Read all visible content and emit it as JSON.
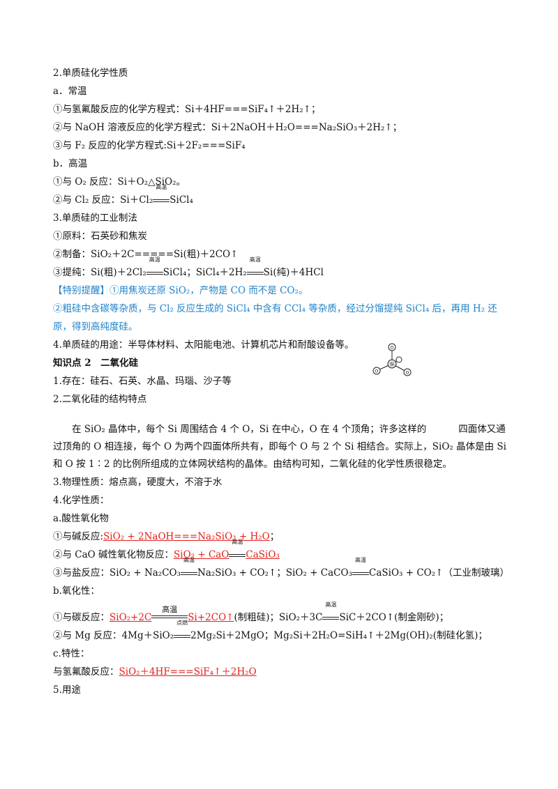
{
  "lines": {
    "l01": "2.单质硅化学性质",
    "l02": "a．常温",
    "l03": "①与氢氟酸反应的化学方程式：Si＋4HF===SiF₄↑＋2H₂↑；",
    "l04": "②与 NaOH 溶液反应的化学方程式：Si＋2NaOH＋H₂O===Na₂SiO₃＋2H₂↑；",
    "l05": "③与 F₂ 反应的化学方程式:Si＋2F₂===SiF₄",
    "l06": "b．高温",
    "l07": "①与 O₂ 反应：Si＋O₂△SiO₂。",
    "l08a": "②与 Cl₂ 反应：Si＋Cl₂",
    "l08b": "SiCl₄",
    "l09": "3.单质硅的工业制法",
    "l10": "①原料：石英砂和焦炭",
    "l11": "②制备：SiO₂＋2C=====Si(粗)＋2CO↑",
    "l12a": "③提纯：Si(粗)＋2Cl₂",
    "l12b": "SiCl₄；SiCl₄＋2H₂",
    "l12c": "Si(纯)＋4HCl",
    "l13": "【特别提醒】①用焦炭还原 SiO₂，产物是 CO 而不是 CO₂。",
    "l14": "②粗硅中含碳等杂质，与 Cl₂ 反应生成的 SiCl₄ 中含有 CCl₄ 等杂质，经过分馏提纯 SiCl₄ 后，再用 H₂ 还原，得到高纯度硅。",
    "l15": "4.单质硅的用途：半导体材料、太阳能电池、计算机芯片和耐酸设备等。",
    "l16": "知识点 2　二氧化硅",
    "l17": "1.存在：硅石、石英、水晶、玛瑙、沙子等",
    "l18": "2.二氧化硅的结构特点",
    "l19a": "在 SiO₂ 晶体中，每个 Si 周围结合 4 个 O，Si 在中心，O 在 4 个顶角；许多这样的",
    "l19b": "四面体又通过顶角的 O 相连接，每个 O 为两个四面体所共有，即每个 O 与 2 个 Si 相结合。实际上，SiO₂ 晶体是由 Si 和 O 按 1∶2 的比例所组成的立体网状结构的晶体。由结构可知，二氧化硅的化学性质很稳定。",
    "l20": "3.物理性质：熔点高，硬度大，不溶于水",
    "l21": "4.化学性质：",
    "l22": "a.酸性氧化物",
    "l23a": "①与碱反应:",
    "l23b": "SiO₂ + 2NaOH===Na₂SiO₃ + H₂O",
    "l23c": "；",
    "l24a": "②与 CaO 碱性氧化物反应：",
    "l24b": "SiO₂ + CaO",
    "l24c": "CaSiO₃",
    "l25a": "③与盐反应：SiO₂ + Na₂CO₃",
    "l25b": "Na₂SiO₃ + CO₂↑；SiO₂ + CaCO₃",
    "l25c": "CaSiO₃ + CO₂↑（工业制玻璃）",
    "l26": "b.氧化性：",
    "l27a": "①与碳反应：",
    "l27b": "SiO₂+2C",
    "l27c": "Si+2CO↑",
    "l27d": "(制粗硅)；SiO₂＋3C",
    "l27e": "SiC＋2CO↑(制金刚砂)；",
    "l28a": "②与 Mg 反应：4Mg＋SiO₂",
    "l28b": "2Mg₂Si＋2MgO；Mg₂Si＋2H₂O=SiH₄↑＋2Mg(OH)₂(制硅化氢)；",
    "l29": "c.特性：",
    "l30a": "与氢氟酸反应：",
    "l30b": "SiO₂＋4HF===SiF₄↑＋2H₂O",
    "l31": "5.用途"
  },
  "conditions": {
    "gaowen": "高温",
    "dianran": "点燃"
  },
  "tetra_labels": {
    "o": "O",
    "si": "Si"
  },
  "colors": {
    "blue": "#1f82c9",
    "red": "#e0201b"
  }
}
